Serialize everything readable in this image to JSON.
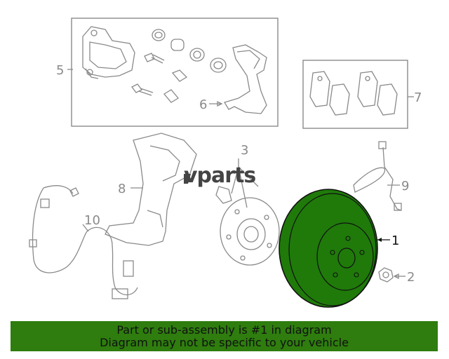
{
  "callouts": {
    "c1": "1",
    "c2": "2",
    "c3": "3",
    "c5": "5",
    "c6": "6",
    "c7": "7",
    "c8": "8",
    "c9": "9",
    "c10": "10"
  },
  "logo": {
    "text": "vparts",
    "icon": "v-logo-mark-icon"
  },
  "banner": {
    "line1": "Part or sub-assembly is #1 in diagram",
    "line2": "Diagram may not be specific to your vehicle"
  },
  "colors": {
    "highlight": "#1f7a0a",
    "banner": "#2e7d0e",
    "line": "#8a8a8a"
  }
}
